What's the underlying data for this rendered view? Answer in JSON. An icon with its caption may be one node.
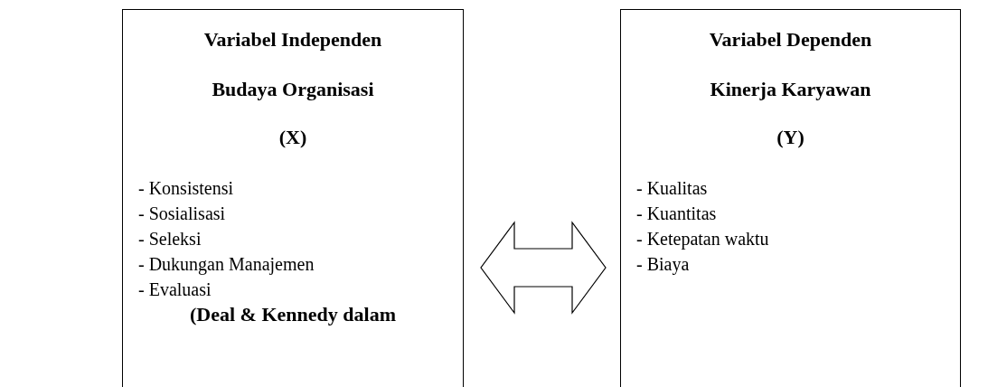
{
  "diagram": {
    "nodes": [
      {
        "text": [
          "Variabel Independen",
          "Budaya Organisasi",
          "(X)",
          "- Konsistensi",
          "- Sosialisasi",
          "- Seleksi",
          "- Dukungan Manajemen",
          "- Evaluasi",
          "(Deal & Kennedy dalam"
        ]
      },
      {
        "text": [
          "Variabel Dependen",
          "Kinerja Karyawan",
          "(Y)",
          "- Kualitas",
          "- Kuantitas",
          "- Ketepatan waktu",
          "- Biaya"
        ]
      }
    ],
    "edges": [
      {
        "from": 0,
        "to": 1,
        "arrow": "both"
      }
    ]
  }
}
